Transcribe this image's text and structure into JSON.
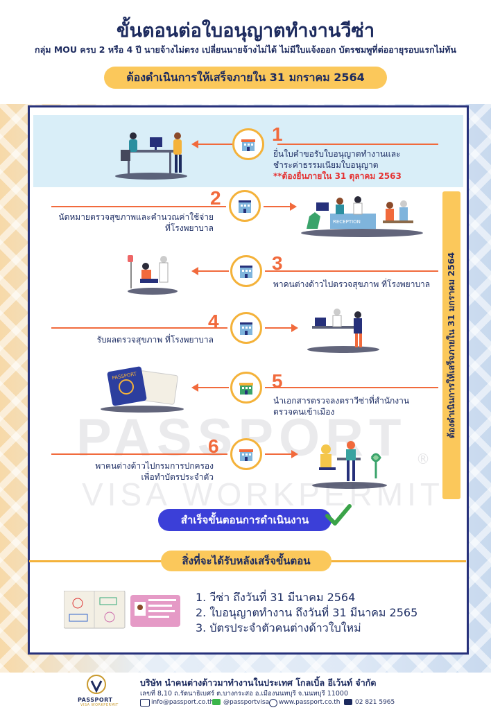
{
  "header": {
    "title": "ขั้นตอนต่อใบอนุญาตทำงานวีซ่า",
    "subtitle": "กลุ่ม MOU ครบ 2 หรือ 4 ปี นายจ้างไม่ตรง เปลี่ยนนายจ้างไม่ได้ ไม่มีใบแจ้งออก บัตรชมพูที่ต่ออายุรอบแรกไม่ทัน",
    "deadline": "ต้องดำเนินการให้เสร็จภายใน 31 มกราคม 2564"
  },
  "side_banner": "ต้องดำเนินการให้เสร็จภายใน 31 มกราคม 2564",
  "steps": [
    {
      "number": "1",
      "line1": "ยื่นใบคำขอรับใบอนุญาตทำงานและ",
      "line2": "ชำระค่าธรรมเนียมใบอนุญาต",
      "note": "**ต้องยื่นภายใน 31 ตุลาคม 2563"
    },
    {
      "number": "2",
      "line1": "นัดหมายตรวจสุขภาพและคำนวณค่าใช้จ่าย",
      "line2": "ที่โรงพยาบาล"
    },
    {
      "number": "3",
      "line1": "พาคนต่างด้าวไปตรวจสุขภาพ ที่โรงพยาบาล"
    },
    {
      "number": "4",
      "line1": "รับผลตรวจสุขภาพ ที่โรงพยาบาล"
    },
    {
      "number": "5",
      "line1": "นำเอกสารตรวจลงตราวีซ่าที่สำนักงาน",
      "line2": "ตรวจคนเข้าเมือง"
    },
    {
      "number": "6",
      "line1": "พาคนต่างด้าวไปกรมการปกครอง",
      "line2": "เพื่อทำบัตรประจำตัว"
    }
  ],
  "illustration_labels": {
    "reception": "RECEPTION",
    "passport": "PASSPORT"
  },
  "watermark": {
    "brand": "PASSPORT",
    "sub": "VISA WORKPERMIT",
    "reg": "®"
  },
  "success_label": "สำเร็จขั้นตอนการดำเนินงาน",
  "results_title": "สิ่งที่จะได้รับหลังเสร็จขั้นตอน",
  "results": [
    "1. วีซ่า ถึงวันที่ 31 มีนาคม 2564",
    "2. ใบอนุญาตทำงาน ถึงวันที่ 31 มีนาคม 2565",
    "3. บัตรประจำตัวคนต่างด้าวใบใหม่"
  ],
  "footer": {
    "logo_text": "PASSPORT",
    "logo_sub": "VISA WORKPERMIT",
    "company": "บริษัท นำคนต่างด้าวมาทำงานในประเทศ โกลเบิ้ล อีเว้นท์ จำกัด",
    "address": "เลขที่ 8,10 ถ.รัตนาธิเบศร์ ต.บางกระสอ อ.เมืองนนทบุรี จ.นนทบุรี 11000",
    "email": "info@passport.co.th",
    "line": "@passportvisa",
    "web": "www.passport.co.th",
    "phone": "02 821 5965"
  },
  "colors": {
    "navy": "#1c2a5e",
    "orange": "#f16a3c",
    "yellow": "#fbc85b",
    "blue_button": "#3b3fd8",
    "light_blue": "#d9eef8"
  }
}
